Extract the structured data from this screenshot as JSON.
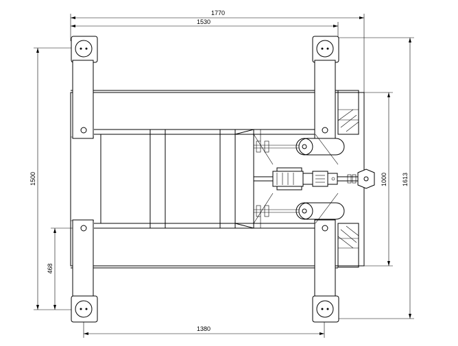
{
  "dimensions": {
    "overall_width": "1770",
    "inner_width": "1530",
    "left_height": "1500",
    "right_height": "1613",
    "right_inner_height": "1000",
    "bottom_width": "1380",
    "left_lower_height": "468"
  }
}
